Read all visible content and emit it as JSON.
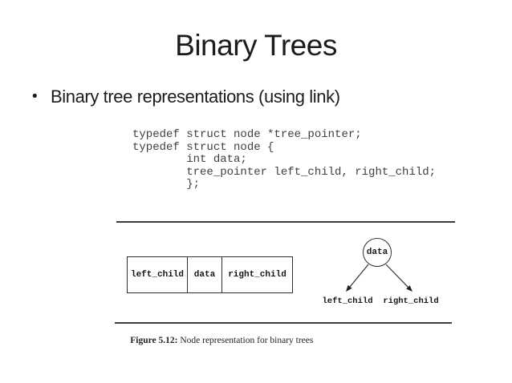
{
  "slide": {
    "title": "Binary Trees",
    "bullet": "Binary tree representations (using link)"
  },
  "code": {
    "lines": [
      "typedef struct node *tree_pointer;",
      "typedef struct node {",
      "        int data;",
      "        tree_pointer left_child, right_child;",
      "        };"
    ]
  },
  "figure": {
    "node_box": {
      "cells": [
        "left_child",
        "data",
        "right_child"
      ]
    },
    "tree": {
      "root": "data",
      "left_label": "left_child",
      "right_label": "right_child"
    },
    "caption": {
      "prefix": "Figure 5.12:",
      "text": " Node representation for binary trees"
    }
  },
  "colors": {
    "slide_text": "#1c1c1c",
    "code_text": "#3f3f3f",
    "figure_ink": "#2e2e2e",
    "background": "#ffffff"
  }
}
